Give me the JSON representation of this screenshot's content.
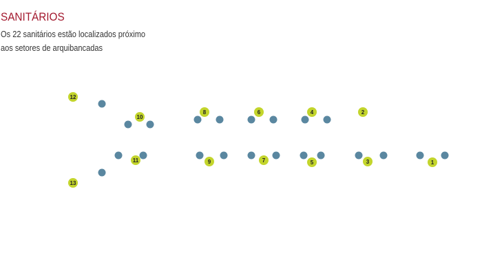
{
  "header": {
    "title": "SANITÁRIOS",
    "subtitle_line1": "Os 22 sanitários estão localizados próximo",
    "subtitle_line2": "aos setores de arquibancadas"
  },
  "colors": {
    "title": "#a3192e",
    "restroom_marker": "#c3d52c",
    "seat_dot": "#5a87a0",
    "label_text": "#222222"
  },
  "restroom_labels": [
    "1",
    "2",
    "3",
    "4",
    "5",
    "6",
    "7",
    "8",
    "9",
    "10",
    "11",
    "12",
    "13"
  ]
}
